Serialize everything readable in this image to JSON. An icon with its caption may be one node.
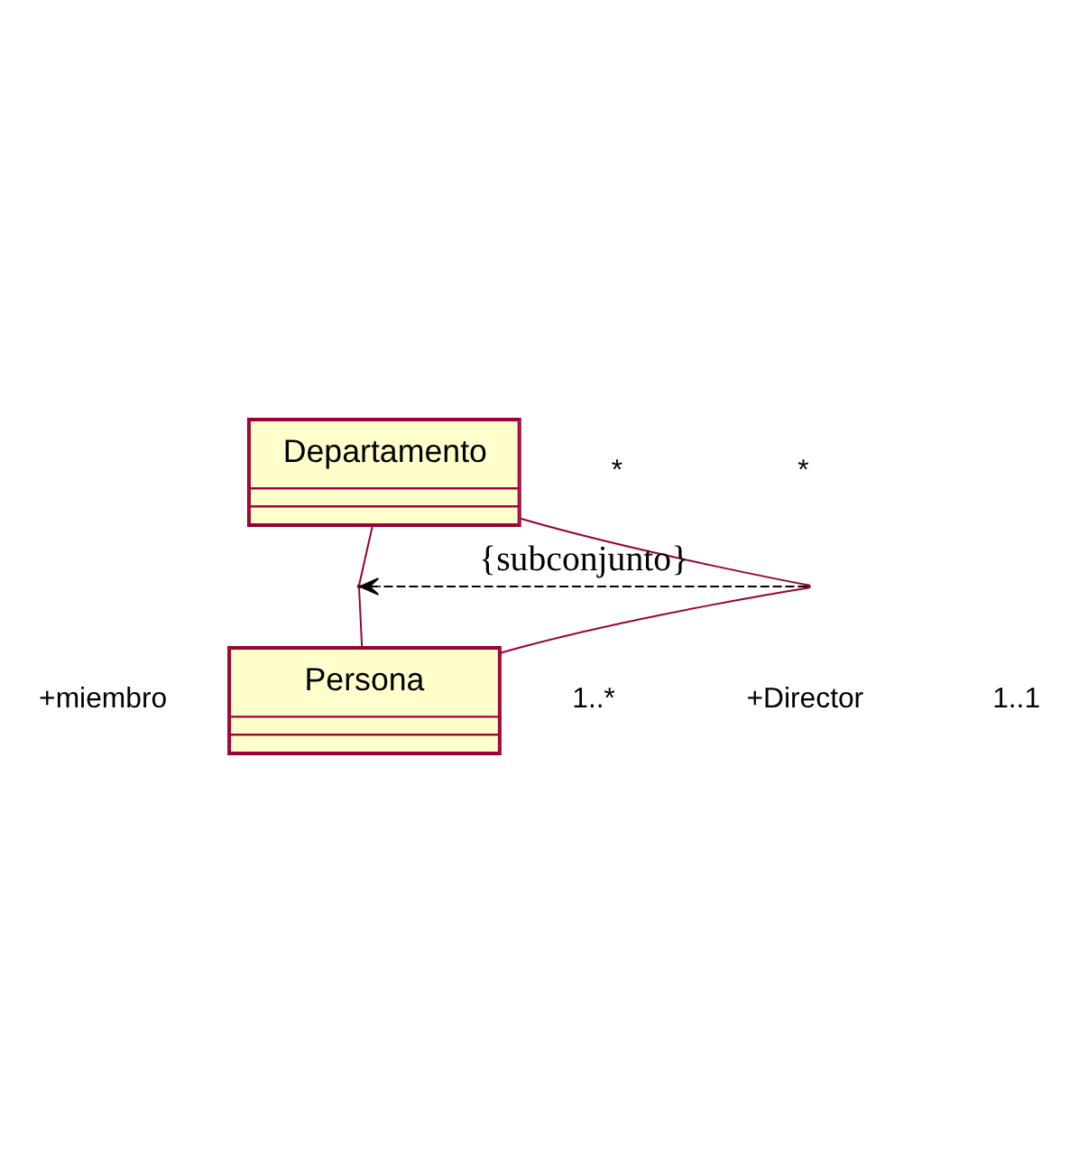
{
  "diagram": {
    "nodes": [
      {
        "text": [
          "Departamento"
        ]
      },
      {
        "text": [
          "Persona"
        ]
      },
      {
        "text": [],
        "shape": "point"
      },
      {
        "text": [],
        "shape": "point"
      }
    ],
    "edges": [
      {
        "from": 0,
        "to": 2,
        "arrow": "none"
      },
      {
        "from": 2,
        "to": 1,
        "arrow": "none"
      },
      {
        "from": 0,
        "to": 3,
        "arrow": "none"
      },
      {
        "from": 3,
        "to": 1,
        "arrow": "none"
      },
      {
        "from": 3,
        "to": 2,
        "arrow": "to",
        "style": "dashed",
        "label": "{subconjunto}",
        "color": "#000000"
      }
    ],
    "labels": [
      "*",
      "*",
      "+miembro",
      "1..*",
      "+Director",
      "1..1"
    ]
  }
}
